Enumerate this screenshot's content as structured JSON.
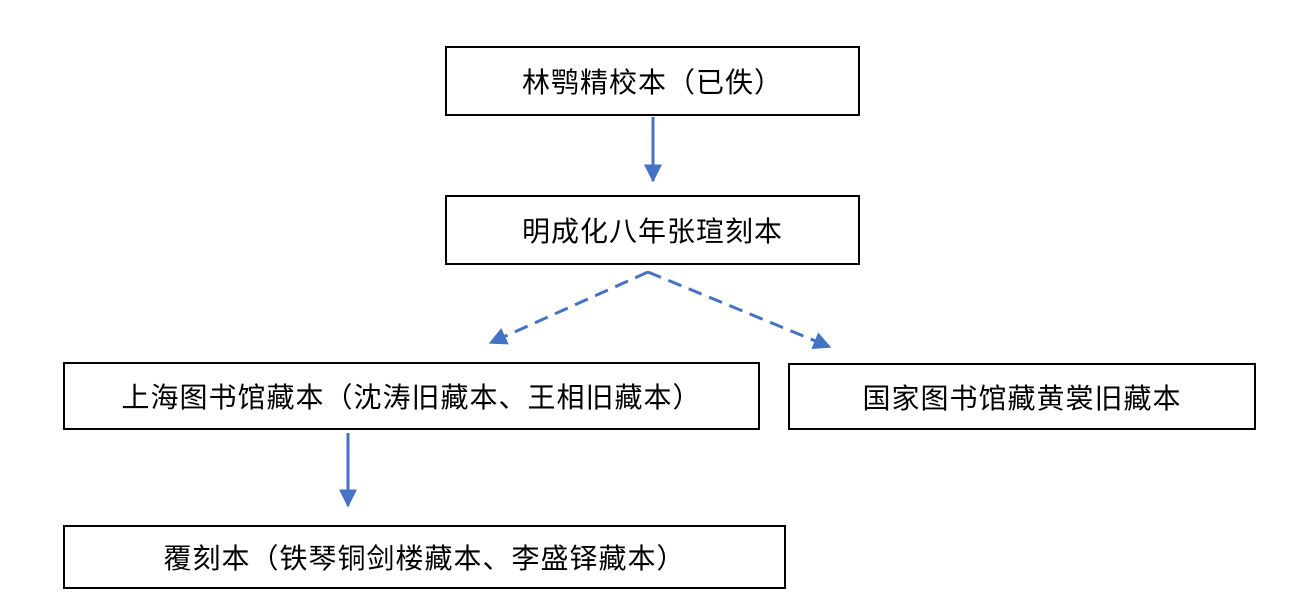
{
  "page": {
    "background_color": "#ffffff",
    "text_color": "#000000"
  },
  "diagram": {
    "type": "flowchart-stemma",
    "accent_color": "#4472C4",
    "nodes": [
      {
        "id": "lin-e-jiaoben",
        "label": "林鹗精校本（已佚）"
      },
      {
        "id": "zhangxuan-keben",
        "label": "明成化八年张瑄刻本"
      },
      {
        "id": "shanghai-library",
        "label": "上海图书馆藏本（沈涛旧藏本、王相旧藏本）"
      },
      {
        "id": "national-library",
        "label": "国家图书馆藏黄裳旧藏本"
      },
      {
        "id": "fukeben",
        "label": "覆刻本（铁琴铜剑楼藏本、李盛铎藏本）"
      }
    ],
    "edges": [
      {
        "from": "lin-e-jiaoben",
        "to": "zhangxuan-keben",
        "style": "solid"
      },
      {
        "from": "zhangxuan-keben",
        "to": "shanghai-library",
        "style": "dashed"
      },
      {
        "from": "zhangxuan-keben",
        "to": "national-library",
        "style": "dashed"
      },
      {
        "from": "shanghai-library",
        "to": "fukeben",
        "style": "solid"
      }
    ]
  }
}
